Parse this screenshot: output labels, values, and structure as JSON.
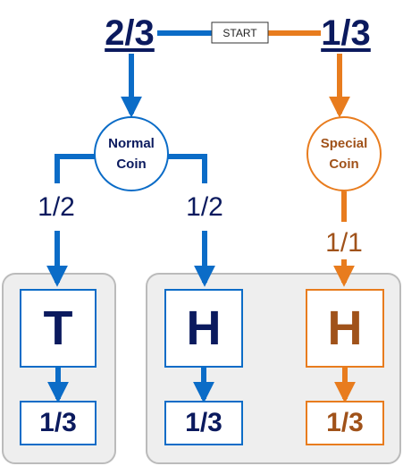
{
  "start": {
    "label": "START"
  },
  "branches": {
    "normal": {
      "probability": "2/3",
      "node": "Normal\nCoin",
      "color": "#0b6cc7"
    },
    "special": {
      "probability": "1/3",
      "node": "Special\nCoin",
      "color": "#e87c1e"
    }
  },
  "edges": {
    "normal_left": "1/2",
    "normal_right": "1/2",
    "special": "1/1"
  },
  "outcomes": [
    {
      "face": "T",
      "result": "1/3",
      "color": "#0b1a5e"
    },
    {
      "face": "H",
      "result": "1/3",
      "color": "#0b1a5e"
    },
    {
      "face": "H",
      "result": "1/3",
      "color": "#a0521a"
    }
  ],
  "colors": {
    "dark_navy": "#0b1a5e",
    "blue": "#0b6cc7",
    "orange": "#e87c1e",
    "brown": "#a0521a",
    "group_fill": "#eeeeee",
    "group_border": "#bbbbbb"
  }
}
